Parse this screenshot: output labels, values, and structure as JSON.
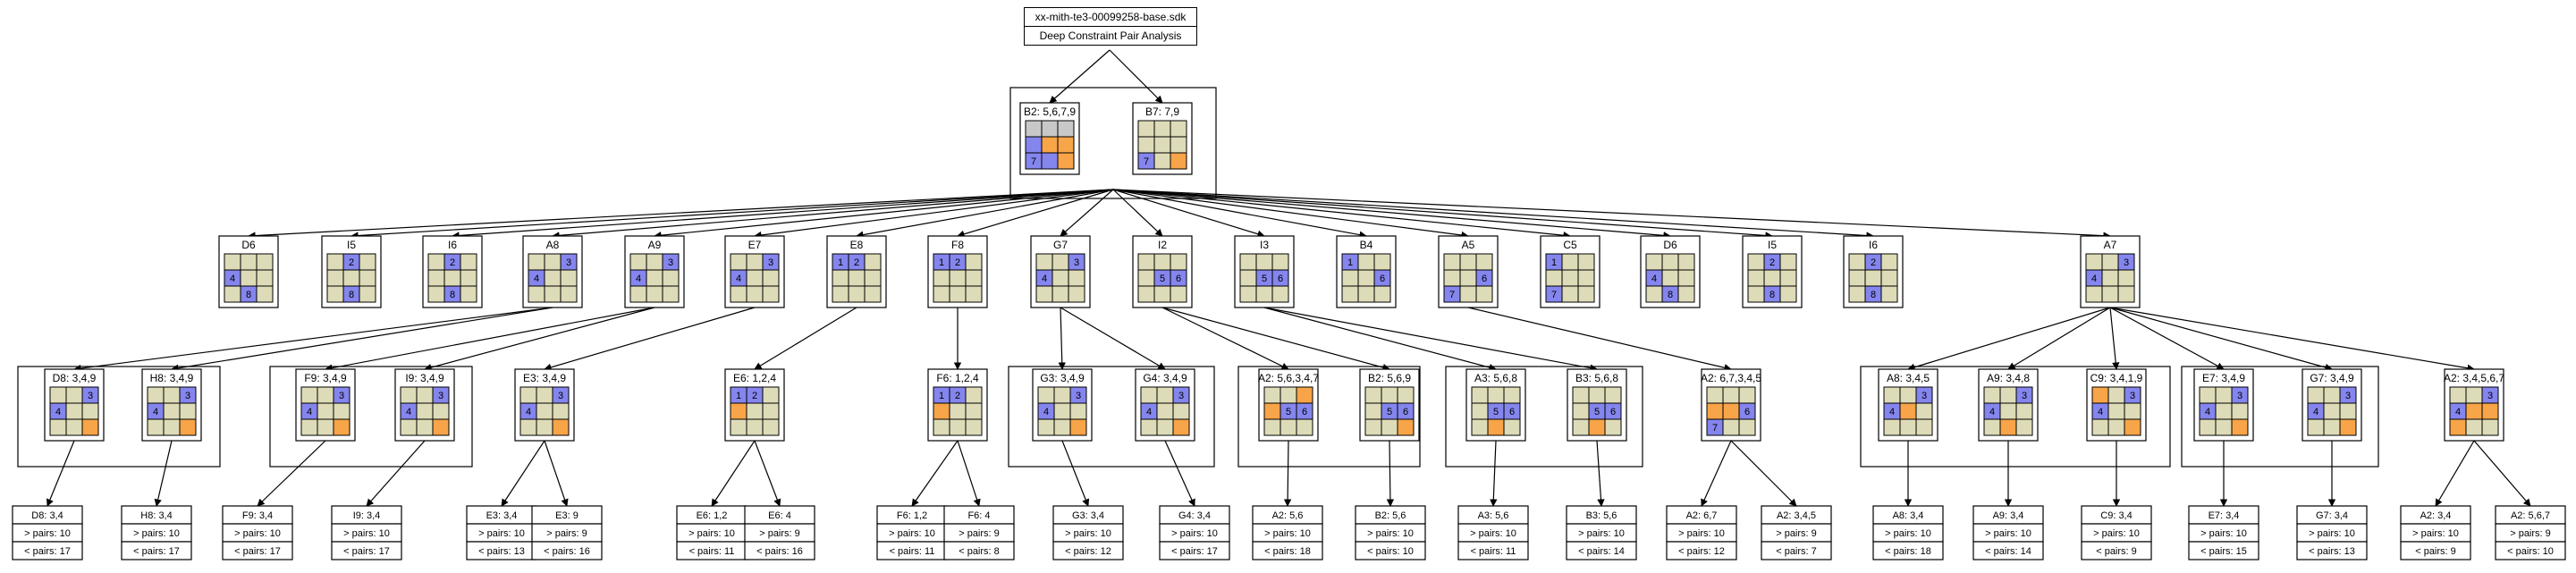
{
  "header": {
    "filename": "xx-mith-te3-00099258-base.sdk",
    "subtitle": "Deep Constraint Pair Analysis"
  },
  "colors": {
    "cell_default": "#dedcb8",
    "cell_given": "#8585ee",
    "cell_conflict": "#f8a448",
    "cell_grey": "#c8c8c8"
  },
  "top_nodes": [
    {
      "label": "B2: 5,6,7,9",
      "grid": [
        "ggg",
        "Goo",
        "bGo"
      ],
      "nums": {
        "6": "7"
      }
    },
    {
      "label": "B7: 7,9",
      "grid": [
        "...",
        "...",
        "b.o"
      ],
      "nums": {
        "6": "7"
      }
    }
  ],
  "level1": [
    {
      "label": "D6",
      "grid": [
        "...",
        "b..",
        ".b."
      ],
      "nums": {
        "3": "4",
        "7": "8"
      }
    },
    {
      "label": "I5",
      "grid": [
        ".b.",
        "...",
        ".b."
      ],
      "nums": {
        "1": "2",
        "7": "8"
      }
    },
    {
      "label": "I6",
      "grid": [
        ".b.",
        "...",
        ".b."
      ],
      "nums": {
        "1": "2",
        "7": "8"
      }
    },
    {
      "label": "A8",
      "grid": [
        "..b",
        "b..",
        "..."
      ],
      "nums": {
        "2": "3",
        "3": "4"
      }
    },
    {
      "label": "A9",
      "grid": [
        "..b",
        "b..",
        "..."
      ],
      "nums": {
        "2": "3",
        "3": "4"
      }
    },
    {
      "label": "E7",
      "grid": [
        "..b",
        "b..",
        "..."
      ],
      "nums": {
        "2": "3",
        "3": "4"
      }
    },
    {
      "label": "E8",
      "grid": [
        "bb.",
        "...",
        "..."
      ],
      "nums": {
        "0": "1",
        "1": "2"
      }
    },
    {
      "label": "F8",
      "grid": [
        "bb.",
        "...",
        "..."
      ],
      "nums": {
        "0": "1",
        "1": "2"
      }
    },
    {
      "label": "G7",
      "grid": [
        "..b",
        "b..",
        "..."
      ],
      "nums": {
        "2": "3",
        "3": "4"
      }
    },
    {
      "label": "I2",
      "grid": [
        "...",
        ".bb",
        "..."
      ],
      "nums": {
        "4": "5",
        "5": "6"
      }
    },
    {
      "label": "I3",
      "grid": [
        "...",
        ".bb",
        "..."
      ],
      "nums": {
        "4": "5",
        "5": "6"
      }
    },
    {
      "label": "B4",
      "grid": [
        "b..",
        "..b",
        "..."
      ],
      "nums": {
        "0": "1",
        "5": "6"
      }
    },
    {
      "label": "A5",
      "grid": [
        "...",
        "..b",
        "b.."
      ],
      "nums": {
        "5": "6",
        "6": "7"
      }
    },
    {
      "label": "C5",
      "grid": [
        "b..",
        "...",
        "b.."
      ],
      "nums": {
        "0": "1",
        "6": "7"
      }
    },
    {
      "label": "D6",
      "grid": [
        "...",
        "b..",
        ".b."
      ],
      "nums": {
        "3": "4",
        "7": "8"
      }
    },
    {
      "label": "I5",
      "grid": [
        ".b.",
        "...",
        ".b."
      ],
      "nums": {
        "1": "2",
        "7": "8"
      }
    },
    {
      "label": "I6",
      "grid": [
        ".b.",
        "...",
        ".b."
      ],
      "nums": {
        "1": "2",
        "7": "8"
      }
    },
    {
      "label": "A7",
      "grid": [
        "..b",
        "b..",
        "..."
      ],
      "nums": {
        "2": "3",
        "3": "4"
      }
    }
  ],
  "level2": [
    {
      "label": "D8: 3,4,9",
      "grid": [
        "..b",
        "b..",
        "..o"
      ],
      "nums": {
        "2": "3",
        "3": "4"
      }
    },
    {
      "label": "H8: 3,4,9",
      "grid": [
        "..b",
        "b..",
        "..o"
      ],
      "nums": {
        "2": "3",
        "3": "4"
      }
    },
    {
      "label": "F9: 3,4,9",
      "grid": [
        "..b",
        "b..",
        "..o"
      ],
      "nums": {
        "2": "3",
        "3": "4"
      }
    },
    {
      "label": "I9: 3,4,9",
      "grid": [
        "..b",
        "b..",
        "..o"
      ],
      "nums": {
        "2": "3",
        "3": "4"
      }
    },
    {
      "label": "E3: 3,4,9",
      "grid": [
        "..b",
        "b..",
        "..o"
      ],
      "nums": {
        "2": "3",
        "3": "4"
      }
    },
    {
      "label": "E6: 1,2,4",
      "grid": [
        "bb.",
        "o..",
        "..."
      ],
      "nums": {
        "0": "1",
        "1": "2"
      }
    },
    {
      "label": "F6: 1,2,4",
      "grid": [
        "bb.",
        "o..",
        "..."
      ],
      "nums": {
        "0": "1",
        "1": "2"
      }
    },
    {
      "label": "G3: 3,4,9",
      "grid": [
        "..b",
        "b..",
        "..o"
      ],
      "nums": {
        "2": "3",
        "3": "4"
      }
    },
    {
      "label": "G4: 3,4,9",
      "grid": [
        "..b",
        "b..",
        "..o"
      ],
      "nums": {
        "2": "3",
        "3": "4"
      }
    },
    {
      "label": "A2: 5,6,3,4,7",
      "grid": [
        "..o",
        "obb",
        "..."
      ],
      "nums": {
        "4": "5",
        "5": "6"
      }
    },
    {
      "label": "B2: 5,6,9",
      "grid": [
        "...",
        ".bb",
        "..o"
      ],
      "nums": {
        "4": "5",
        "5": "6"
      }
    },
    {
      "label": "A3: 5,6,8",
      "grid": [
        "...",
        ".bb",
        ".o."
      ],
      "nums": {
        "4": "5",
        "5": "6"
      }
    },
    {
      "label": "B3: 5,6,8",
      "grid": [
        "...",
        ".bb",
        ".o."
      ],
      "nums": {
        "4": "5",
        "5": "6"
      }
    },
    {
      "label": "A2: 6,7,3,4,5",
      "grid": [
        "...",
        "oob",
        "b.."
      ],
      "nums": {
        "5": "6",
        "6": "7"
      }
    },
    {
      "label": "A8: 3,4,5",
      "grid": [
        "..b",
        "bo.",
        "..."
      ],
      "nums": {
        "2": "3",
        "3": "4"
      }
    },
    {
      "label": "A9: 3,4,8",
      "grid": [
        "..b",
        "b..",
        ".o."
      ],
      "nums": {
        "2": "3",
        "3": "4"
      }
    },
    {
      "label": "C9: 3,4,1,9",
      "grid": [
        "o.b",
        "b..",
        "..o"
      ],
      "nums": {
        "2": "3",
        "3": "4"
      }
    },
    {
      "label": "E7: 3,4,9",
      "grid": [
        "..b",
        "b..",
        "..o"
      ],
      "nums": {
        "2": "3",
        "3": "4"
      }
    },
    {
      "label": "G7: 3,4,9",
      "grid": [
        "..b",
        "b..",
        "..o"
      ],
      "nums": {
        "2": "3",
        "3": "4"
      }
    },
    {
      "label": "A2: 3,4,5,6,7",
      "grid": [
        "..b",
        "boo",
        "o.."
      ],
      "nums": {
        "2": "3",
        "3": "4"
      }
    }
  ],
  "leaves": [
    {
      "label": "D8: 3,4",
      "pairs_gt": "> pairs: 10",
      "pairs_lt": "< pairs: 17"
    },
    {
      "label": "H8: 3,4",
      "pairs_gt": "> pairs: 10",
      "pairs_lt": "< pairs: 17"
    },
    {
      "label": "F9: 3,4",
      "pairs_gt": "> pairs: 10",
      "pairs_lt": "< pairs: 17"
    },
    {
      "label": "I9: 3,4",
      "pairs_gt": "> pairs: 10",
      "pairs_lt": "< pairs: 17"
    },
    {
      "label": "E3: 3,4",
      "pairs_gt": "> pairs: 10",
      "pairs_lt": "< pairs: 13"
    },
    {
      "label": "E3: 9",
      "pairs_gt": "> pairs: 9",
      "pairs_lt": "< pairs: 16"
    },
    {
      "label": "E6: 1,2",
      "pairs_gt": "> pairs: 10",
      "pairs_lt": "< pairs: 11"
    },
    {
      "label": "E6: 4",
      "pairs_gt": "> pairs: 9",
      "pairs_lt": "< pairs: 16"
    },
    {
      "label": "F6: 1,2",
      "pairs_gt": "> pairs: 10",
      "pairs_lt": "< pairs: 11"
    },
    {
      "label": "F6: 4",
      "pairs_gt": "> pairs: 9",
      "pairs_lt": "< pairs: 8"
    },
    {
      "label": "G3: 3,4",
      "pairs_gt": "> pairs: 10",
      "pairs_lt": "< pairs: 12"
    },
    {
      "label": "G4: 3,4",
      "pairs_gt": "> pairs: 10",
      "pairs_lt": "< pairs: 17"
    },
    {
      "label": "A2: 5,6",
      "pairs_gt": "> pairs: 10",
      "pairs_lt": "< pairs: 18"
    },
    {
      "label": "B2: 5,6",
      "pairs_gt": "> pairs: 10",
      "pairs_lt": "< pairs: 10"
    },
    {
      "label": "A3: 5,6",
      "pairs_gt": "> pairs: 10",
      "pairs_lt": "< pairs: 11"
    },
    {
      "label": "B3: 5,6",
      "pairs_gt": "> pairs: 10",
      "pairs_lt": "< pairs: 14"
    },
    {
      "label": "A2: 6,7",
      "pairs_gt": "> pairs: 10",
      "pairs_lt": "< pairs: 12"
    },
    {
      "label": "A2: 3,4,5",
      "pairs_gt": "> pairs: 9",
      "pairs_lt": "< pairs: 7"
    },
    {
      "label": "A8: 3,4",
      "pairs_gt": "> pairs: 10",
      "pairs_lt": "< pairs: 18"
    },
    {
      "label": "A9: 3,4",
      "pairs_gt": "> pairs: 10",
      "pairs_lt": "< pairs: 14"
    },
    {
      "label": "C9: 3,4",
      "pairs_gt": "> pairs: 10",
      "pairs_lt": "< pairs: 9"
    },
    {
      "label": "E7: 3,4",
      "pairs_gt": "> pairs: 10",
      "pairs_lt": "< pairs: 15"
    },
    {
      "label": "G7: 3,4",
      "pairs_gt": "> pairs: 10",
      "pairs_lt": "< pairs: 13"
    },
    {
      "label": "A2: 3,4",
      "pairs_gt": "> pairs: 10",
      "pairs_lt": "< pairs: 9"
    },
    {
      "label": "A2: 5,6,7",
      "pairs_gt": "> pairs: 9",
      "pairs_lt": "< pairs: 10"
    }
  ]
}
